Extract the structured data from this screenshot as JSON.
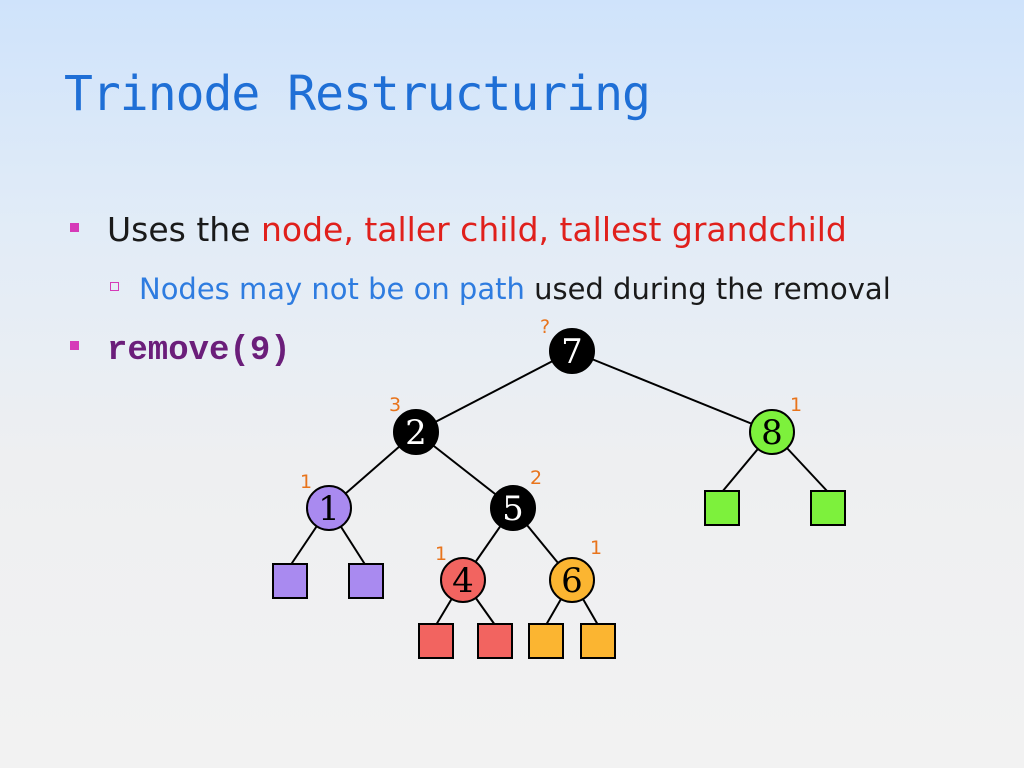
{
  "slide": {
    "title": "Trinode Restructuring",
    "bullet1_prefix": "Uses the ",
    "bullet1_highlight": "node, taller child, tallest grandchild",
    "subbullet_blue": "Nodes may not be on path",
    "subbullet_rest": " used during the removal",
    "bullet2_code": "remove(9)"
  },
  "tree": {
    "nodes": [
      {
        "id": "n7",
        "key": "7",
        "height": "?",
        "fill": "#000000",
        "text": "#ffffff",
        "height_color": "#9b3ad0"
      },
      {
        "id": "n2",
        "key": "2",
        "height": "3",
        "fill": "#000000",
        "text": "#ffffff"
      },
      {
        "id": "n8",
        "key": "8",
        "height": "1",
        "fill": "#7df13c",
        "text": "#000000"
      },
      {
        "id": "n1",
        "key": "1",
        "height": "1",
        "fill": "#a98af0",
        "text": "#000000"
      },
      {
        "id": "n5",
        "key": "5",
        "height": "2",
        "fill": "#000000",
        "text": "#ffffff"
      },
      {
        "id": "n4",
        "key": "4",
        "height": "1",
        "fill": "#f26460",
        "text": "#000000"
      },
      {
        "id": "n6",
        "key": "6",
        "height": "1",
        "fill": "#fbb531",
        "text": "#000000"
      }
    ],
    "leaf_colors": {
      "purple": "#a98af0",
      "green": "#7df13c",
      "red": "#f26460",
      "orange": "#fbb531"
    }
  }
}
